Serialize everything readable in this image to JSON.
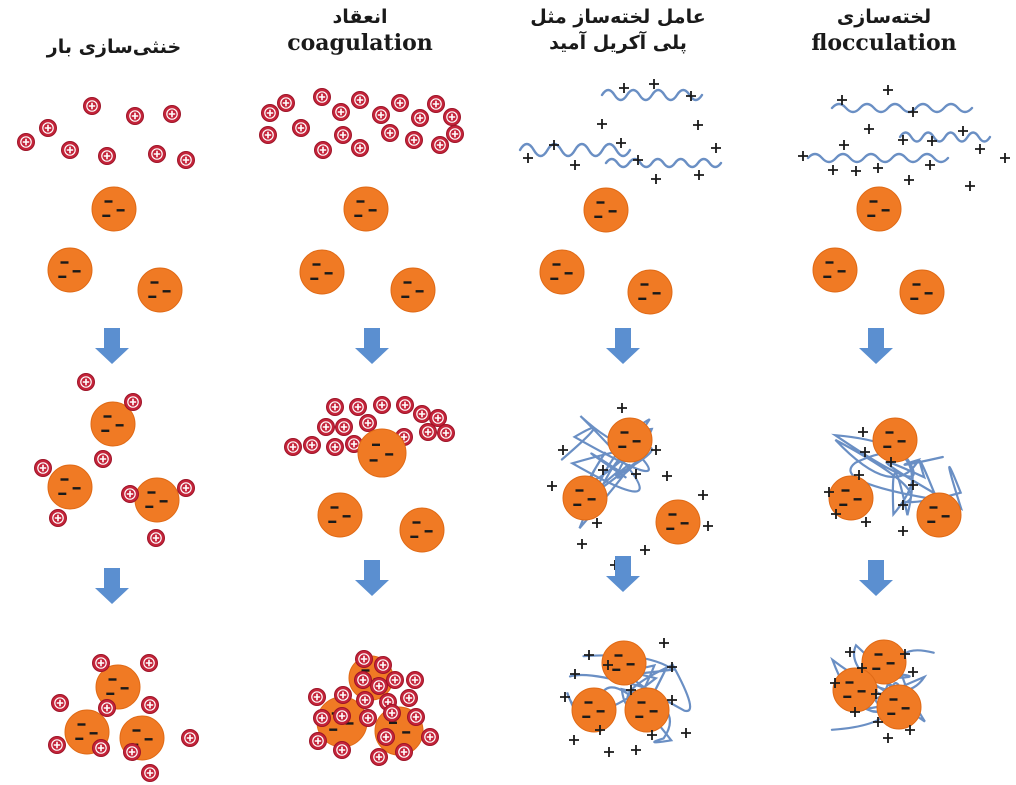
{
  "columns": [
    {
      "title_fa": "خنثی‌سازی بار",
      "title_en": ""
    },
    {
      "title_fa": "انعقاد",
      "title_en": "coagulation"
    },
    {
      "title_fa": "عامل لخته‌ساز مثل",
      "title_fa_line2": "پلی آکریل آمید",
      "title_en": ""
    },
    {
      "title_fa": "لخته‌سازی",
      "title_en": "flocculation"
    }
  ],
  "colors": {
    "particle_fill": "#f07a24",
    "particle_stroke": "#e06a16",
    "cation_fill": "#c4243a",
    "polymer_stroke": "#6a8fc4",
    "arrow_fill": "#5b8fd0",
    "sign_color": "#1a1a1a"
  },
  "icons": {
    "particle": "negative-particle-icon",
    "cation": "positive-ion-icon",
    "arrow": "down-arrow-icon"
  }
}
